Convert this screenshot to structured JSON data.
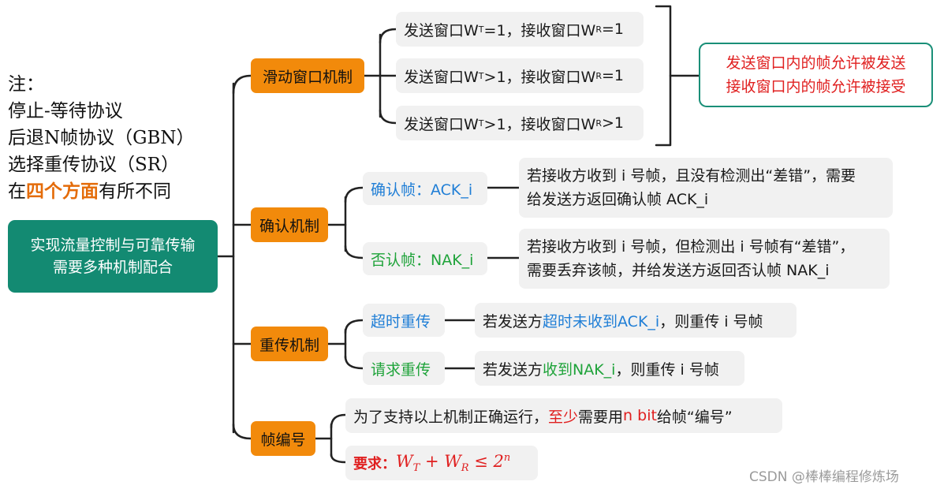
{
  "notes": {
    "line1": "注：",
    "line2": "停止-等待协议",
    "line3": "后退N帧协议（GBN）",
    "line4": "选择重传协议（SR）",
    "line5_prefix": "在",
    "line5_highlight": "四个方面",
    "line5_suffix": "有所不同"
  },
  "root": {
    "line1": "实现流量控制与可靠传输",
    "line2": "需要多种机制配合"
  },
  "sliding_window": {
    "label": "滑动窗口机制",
    "items": [
      {
        "a": "发送窗口W",
        "sa": "T",
        "b": "=1，接收窗口W",
        "sb": "R",
        "c": "=1"
      },
      {
        "a": "发送窗口W",
        "sa": "T",
        "b": ">1，接收窗口W",
        "sb": "R",
        "c": "=1"
      },
      {
        "a": "发送窗口W",
        "sa": "T",
        "b": ">1，接收窗口W",
        "sb": "R",
        "c": ">1"
      }
    ],
    "callout_line1": "发送窗口内的帧允许被发送",
    "callout_line2": "接收窗口内的帧允许被接受"
  },
  "ack": {
    "label": "确认机制",
    "ack_label": "确认帧：ACK_i",
    "ack_desc1": "若接收方收到 i 号帧，且没有检测出“差错”，需要",
    "ack_desc2": "给发送方返回确认帧 ACK_i",
    "nak_label": "否认帧：NAK_i",
    "nak_desc1": "若接收方收到 i 号帧，但检测出 i 号帧有“差错”，",
    "nak_desc2": "需要丢弃该帧，并给发送方返回否认帧 NAK_i"
  },
  "retransmit": {
    "label": "重传机制",
    "timeout_label": "超时重传",
    "timeout_pre": "若发送方",
    "timeout_hl": "超时未收到ACK_i",
    "timeout_post": "，则重传 i 号帧",
    "request_label": "请求重传",
    "request_pre": "若发送方",
    "request_hl": "收到NAK_i",
    "request_post": "，则重传 i 号帧"
  },
  "numbering": {
    "label": "帧编号",
    "desc_pre": "为了支持以上机制正确运行，",
    "desc_hl1": "至少",
    "desc_mid": "需要用 ",
    "desc_hl2": "n bit",
    "desc_post": " 给帧“编号”",
    "req_prefix": "要求：",
    "req_formula": "W",
    "req_sub1": "T",
    "req_plus": " + W",
    "req_sub2": "R",
    "req_le": " ≤ 2",
    "req_sup": "n"
  },
  "watermark": "CSDN @棒棒编程修炼场",
  "colors": {
    "root": "#138a72",
    "mechanism": "#f28a0b",
    "leaf": "#f1f1f1",
    "line": "#222222",
    "callout_border": "#1a8f78",
    "red": "#e02020",
    "blue": "#1f7ed6",
    "green": "#1fa33a",
    "highlight": "#e46c0a"
  }
}
